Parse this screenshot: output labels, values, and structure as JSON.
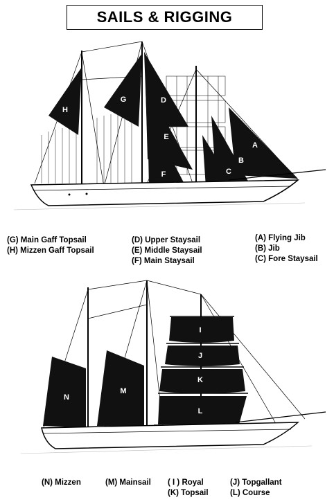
{
  "title": "SAILS & RIGGING",
  "diagram1": {
    "sail_labels": [
      "H",
      "G",
      "D",
      "E",
      "F",
      "A",
      "B",
      "C"
    ],
    "legend": {
      "col1": [
        "(G) Main Gaff Topsail",
        "(H) Mizzen Gaff Topsail"
      ],
      "col2": [
        "(D) Upper Staysail",
        "(E) Middle Staysail",
        "(F) Main Staysail"
      ],
      "col3": [
        "(A) Flying Jib",
        "(B) Jib",
        "(C) Fore Staysail"
      ]
    }
  },
  "diagram2": {
    "sail_labels": [
      "N",
      "M",
      "I",
      "J",
      "K",
      "L"
    ],
    "legend": {
      "col1": [
        "(N) Mizzen"
      ],
      "col2": [
        "(M) Mainsail"
      ],
      "col3": [
        "( I ) Royal",
        "(K) Topsail"
      ],
      "col4": [
        "(J) Topgallant",
        "(L) Course"
      ]
    }
  },
  "colors": {
    "sail_fill": "#111111",
    "line": "#000000",
    "label_text": "#ffffff"
  }
}
